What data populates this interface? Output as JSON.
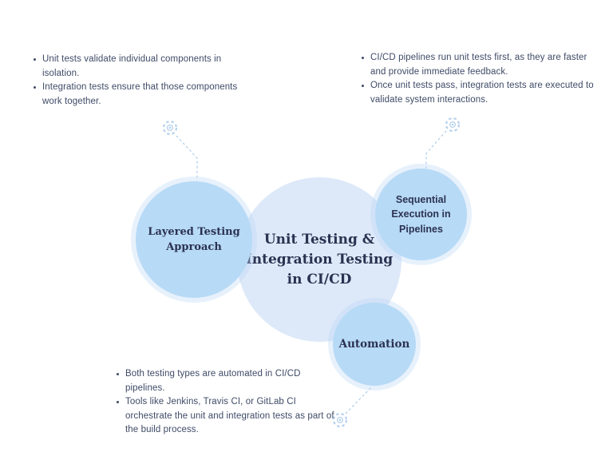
{
  "colors": {
    "bg": "#ffffff",
    "bubble": "#b7daf6",
    "bubble_halo": "rgba(185,216,246,0.35)",
    "bubble_center": "#dde9f9",
    "heading": "#2b3251",
    "text": "#3e4a66",
    "connector": "#b5d1ee"
  },
  "bubbles": {
    "center": {
      "lines": [
        "Unit Testing &",
        "Integration Testing",
        "in CI/CD"
      ]
    },
    "layered": {
      "lines": [
        "Layered Testing",
        "Approach"
      ]
    },
    "sequential": {
      "lines": [
        "Sequential",
        "Execution in",
        "Pipelines"
      ]
    },
    "automation": {
      "label": "Automation"
    }
  },
  "notes": {
    "top_left": {
      "items": [
        "Unit tests validate individual components in isolation.",
        "Integration tests ensure that those components work together."
      ]
    },
    "top_right": {
      "items": [
        "CI/CD pipelines run unit tests first, as they are faster and provide immediate feedback.",
        "Once unit tests pass, integration tests are executed to validate system interactions."
      ]
    },
    "bottom": {
      "items": [
        "Both testing types are automated in CI/CD pipelines.",
        "Tools like Jenkins, Travis CI, or GitLab CI orchestrate the unit and integration tests as part of the build process."
      ]
    }
  }
}
